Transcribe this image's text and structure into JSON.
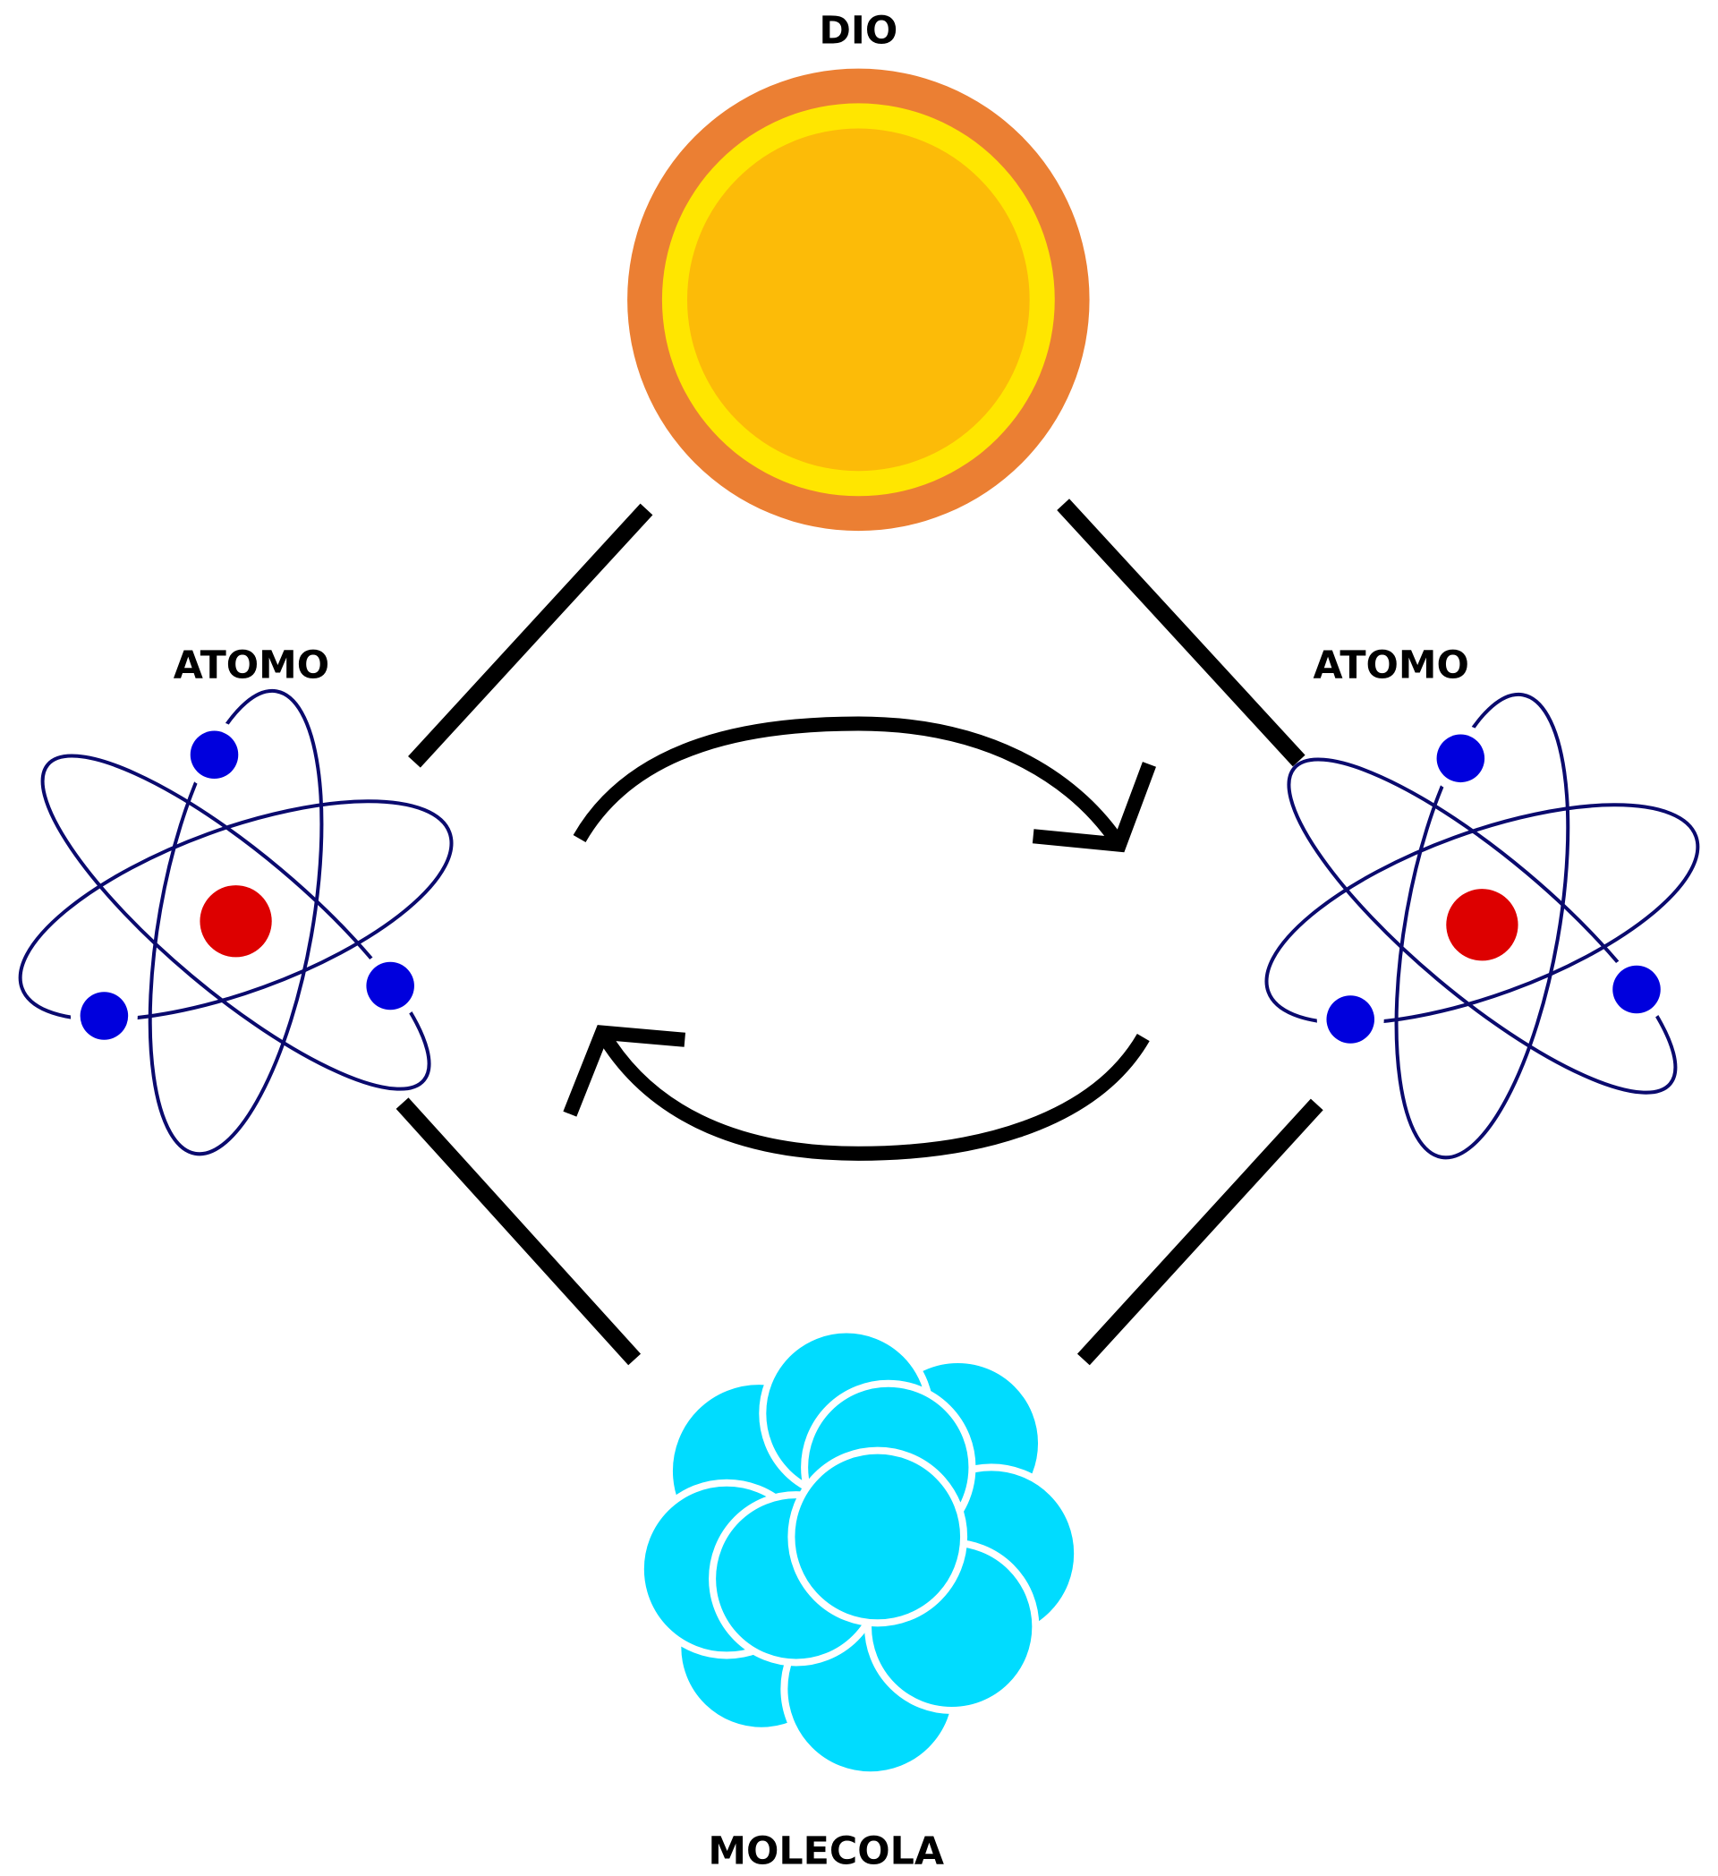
{
  "labels": {
    "top": "DIO",
    "left": "ATOMO",
    "right": "ATOMO",
    "bottom": "MOLECOLA"
  },
  "colors": {
    "sun_outer": "#EB7F33",
    "sun_ring": "#FFE600",
    "sun_core": "#FCBB08",
    "orbit": "#0A0A6E",
    "nucleus": "#DD0000",
    "electron": "#0000DD",
    "molecule": "#00DCFF",
    "connector": "#000000"
  },
  "icons": {
    "top": "sun-icon",
    "left": "atom-icon",
    "right": "atom-icon",
    "bottom": "molecule-icon",
    "center": "cycle-arrows-icon"
  }
}
